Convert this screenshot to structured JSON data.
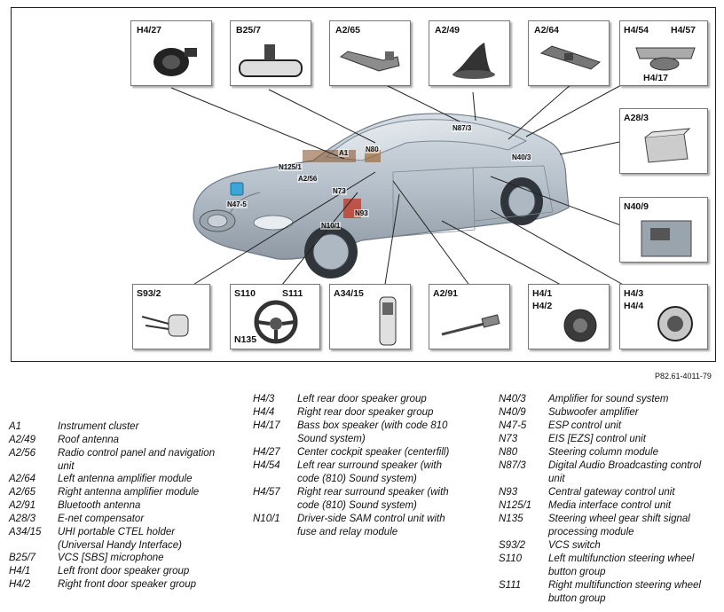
{
  "reference_code": "P82.61-4011-79",
  "diagram": {
    "callouts": [
      {
        "id": "H4/27",
        "labels": [
          "H4/27"
        ]
      },
      {
        "id": "B25/7",
        "labels": [
          "B25/7"
        ]
      },
      {
        "id": "A2/65",
        "labels": [
          "A2/65"
        ]
      },
      {
        "id": "A2/49",
        "labels": [
          "A2/49"
        ]
      },
      {
        "id": "A2/64",
        "labels": [
          "A2/64"
        ]
      },
      {
        "id": "H4/54-57-17",
        "labels": [
          "H4/54",
          "H4/57",
          "H4/17"
        ]
      },
      {
        "id": "A28/3",
        "labels": [
          "A28/3"
        ]
      },
      {
        "id": "N40/9",
        "labels": [
          "N40/9"
        ]
      },
      {
        "id": "S93/2",
        "labels": [
          "S93/2"
        ]
      },
      {
        "id": "S110-S111-N135",
        "labels": [
          "S110",
          "S111",
          "N135"
        ]
      },
      {
        "id": "A34/15",
        "labels": [
          "A34/15"
        ]
      },
      {
        "id": "A2/91",
        "labels": [
          "A2/91"
        ]
      },
      {
        "id": "H4/1-2",
        "labels": [
          "H4/1",
          "H4/2"
        ]
      },
      {
        "id": "H4/3-4",
        "labels": [
          "H4/3",
          "H4/4"
        ]
      }
    ],
    "car_labels": [
      "N87/3",
      "N80",
      "A1",
      "N125/1",
      "A2/56",
      "N40/3",
      "N73",
      "N47-5",
      "N93",
      "N10/1"
    ]
  },
  "legend": {
    "col1": [
      {
        "code": "A1",
        "desc": "Instrument cluster"
      },
      {
        "code": "A2/49",
        "desc": "Roof antenna"
      },
      {
        "code": "A2/56",
        "desc": "Radio control panel and navigation unit"
      },
      {
        "code": "A2/64",
        "desc": "Left antenna amplifier module"
      },
      {
        "code": "A2/65",
        "desc": "Right antenna amplifier module"
      },
      {
        "code": "A2/91",
        "desc": "Bluetooth antenna"
      },
      {
        "code": "A28/3",
        "desc": "E-net compensator"
      },
      {
        "code": "A34/15",
        "desc": "UHI portable CTEL holder (Universal Handy Interface)"
      },
      {
        "code": "B25/7",
        "desc": "VCS [SBS] microphone"
      },
      {
        "code": "H4/1",
        "desc": "Left front door speaker group"
      },
      {
        "code": "H4/2",
        "desc": "Right front door speaker group"
      }
    ],
    "col2": [
      {
        "code": "H4/3",
        "desc": "Left rear door speaker group"
      },
      {
        "code": "H4/4",
        "desc": "Right rear door speaker group"
      },
      {
        "code": "H4/17",
        "desc": "Bass box speaker (with code 810 Sound system)"
      },
      {
        "code": "H4/27",
        "desc": "Center cockpit speaker (centerfill)"
      },
      {
        "code": "H4/54",
        "desc": "Left rear surround speaker (with code (810) Sound system)"
      },
      {
        "code": "H4/57",
        "desc": "Right rear surround speaker (with code (810) Sound system)"
      },
      {
        "code": "N10/1",
        "desc": "Driver-side SAM control unit with fuse and relay module"
      }
    ],
    "col3": [
      {
        "code": "N40/3",
        "desc": "Amplifier for sound system"
      },
      {
        "code": "N40/9",
        "desc": "Subwoofer amplifier"
      },
      {
        "code": "N47-5",
        "desc": "ESP control unit"
      },
      {
        "code": "N73",
        "desc": "EIS [EZS] control unit"
      },
      {
        "code": "N80",
        "desc": "Steering column module"
      },
      {
        "code": "N87/3",
        "desc": "Digital Audio Broadcasting control unit"
      },
      {
        "code": "N93",
        "desc": "Central gateway control unit"
      },
      {
        "code": "N125/1",
        "desc": "Media interface control unit"
      },
      {
        "code": "N135",
        "desc": "Steering wheel gear shift signal processing module"
      },
      {
        "code": "S93/2",
        "desc": "VCS switch"
      },
      {
        "code": "S110",
        "desc": "Left multifunction steering wheel button group"
      },
      {
        "code": "S111",
        "desc": "Right multifunction steering wheel button group"
      }
    ]
  },
  "colors": {
    "car_body": "#b9c3cd",
    "car_dark": "#6f7a85",
    "leader": "#222222",
    "highlight_blue": "#3aa6d8",
    "highlight_red": "#c0392b"
  }
}
